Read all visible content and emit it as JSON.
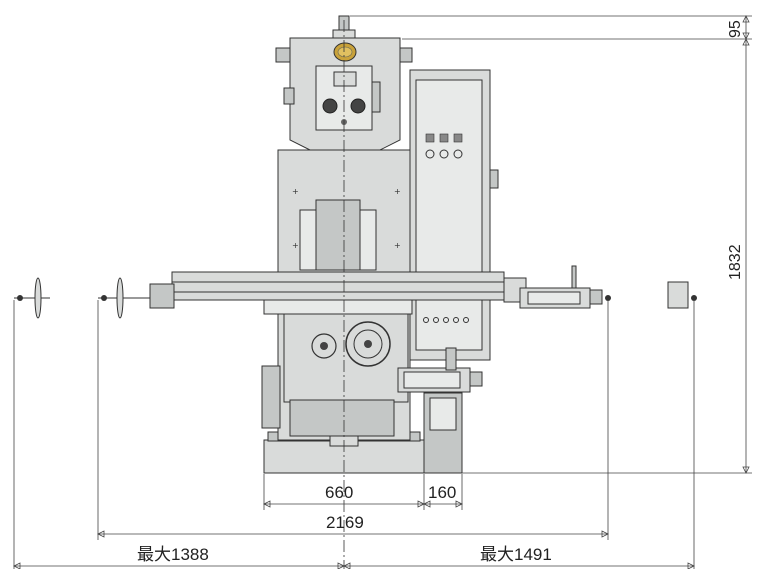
{
  "dimensions": {
    "table_travel": "660",
    "offset": "160",
    "overall_length": "2169",
    "max_left": "最大1388",
    "max_right": "最大1491",
    "height": "1832",
    "top_offset": "95"
  },
  "machine": {
    "nameplate_color": "#c9a23a",
    "body_color": "#d9dbda",
    "line_color": "#333333"
  }
}
